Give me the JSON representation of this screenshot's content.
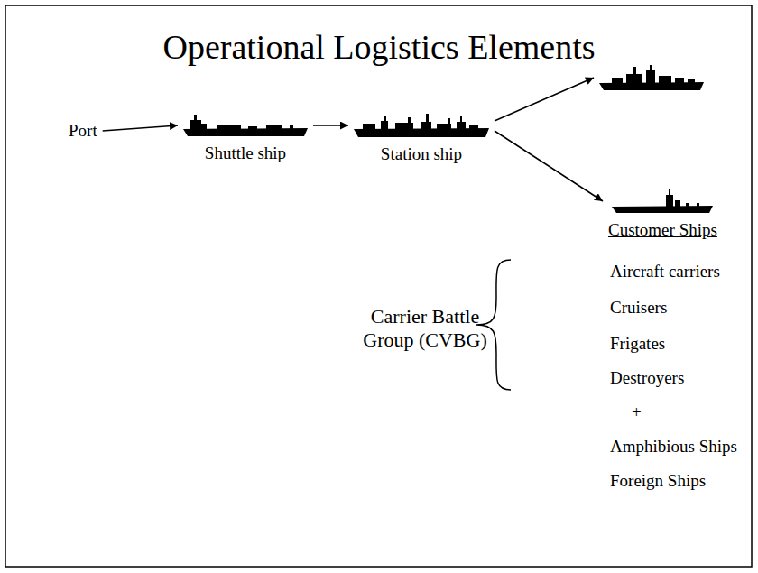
{
  "diagram": {
    "title": "Operational Logistics Elements",
    "nodes": [
      {
        "text": [
          "Port"
        ]
      },
      {
        "text": [
          "Shuttle ship"
        ]
      },
      {
        "text": [
          "Station ship"
        ]
      },
      {
        "text": []
      },
      {
        "text": [
          "Customer Ships"
        ]
      }
    ],
    "edges": [
      {
        "from": 0,
        "to": 1,
        "arrow": "to"
      },
      {
        "from": 1,
        "to": 2,
        "arrow": "to"
      },
      {
        "from": 2,
        "to": 3,
        "arrow": "to"
      },
      {
        "from": 2,
        "to": 4,
        "arrow": "to"
      }
    ],
    "labels": [
      "Carrier Battle Group (CVBG)",
      "Aircraft carriers",
      "Cruisers",
      "Frigates",
      "Destroyers",
      "+",
      "Amphibious Ships",
      "Foreign Ships"
    ]
  }
}
